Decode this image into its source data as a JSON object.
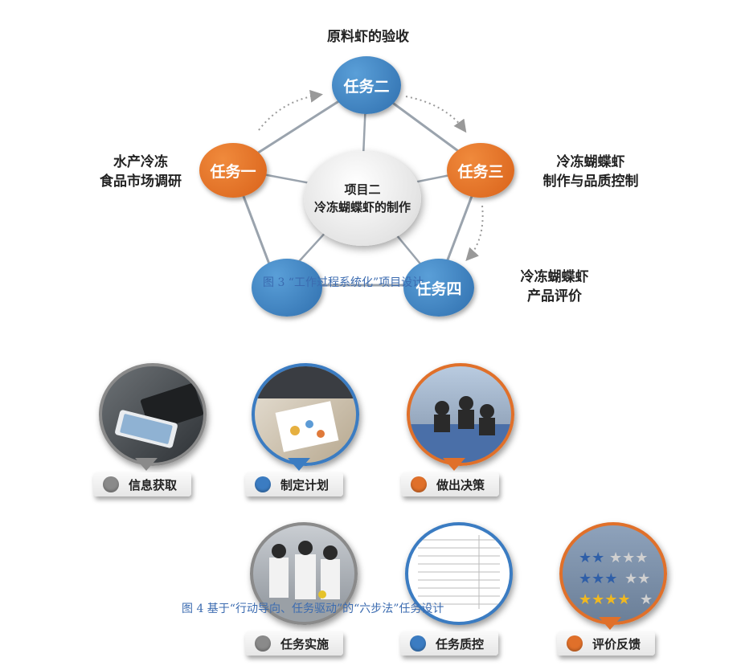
{
  "diagram1": {
    "top_label": "原料虾的验收",
    "left_label_line1": "水产冷冻",
    "left_label_line2": "食品市场调研",
    "right_label_line1": "冷冻蝴蝶虾",
    "right_label_line2": "制作与品质控制",
    "bottom_right_label_line1": "冷冻蝴蝶虾",
    "bottom_right_label_line2": "产品评价",
    "center_line1": "项目二",
    "center_line2": "冷冻蝴蝶虾的制作",
    "nodes": {
      "task1": "任务一",
      "task2": "任务二",
      "task3": "任务三",
      "task4": "任务四"
    },
    "caption": "图 3 “工作过程系统化”项目设计"
  },
  "diagram2": {
    "steps": [
      {
        "label": "信息获取"
      },
      {
        "label": "制定计划"
      },
      {
        "label": "做出决策"
      },
      {
        "label": "任务实施"
      },
      {
        "label": "任务质控"
      },
      {
        "label": "评价反馈"
      }
    ],
    "caption": "图 4 基于“行动导向、任务驱动”的“六步法”任务设计"
  },
  "colors": {
    "blue": "#3b7cc2",
    "orange": "#e0702a",
    "gray": "#8a8a8a",
    "caption": "#3b6bb0"
  }
}
